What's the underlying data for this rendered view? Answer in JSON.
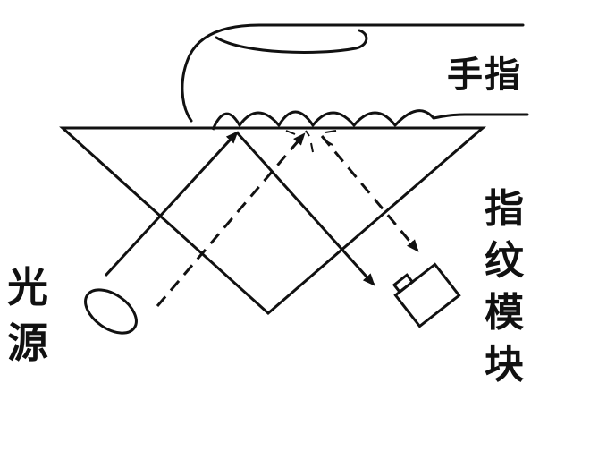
{
  "labels": {
    "finger": "手指",
    "light_source": "光源",
    "fingerprint_module": "指纹模块"
  },
  "colors": {
    "stroke": "#111111",
    "background": "#ffffff"
  }
}
